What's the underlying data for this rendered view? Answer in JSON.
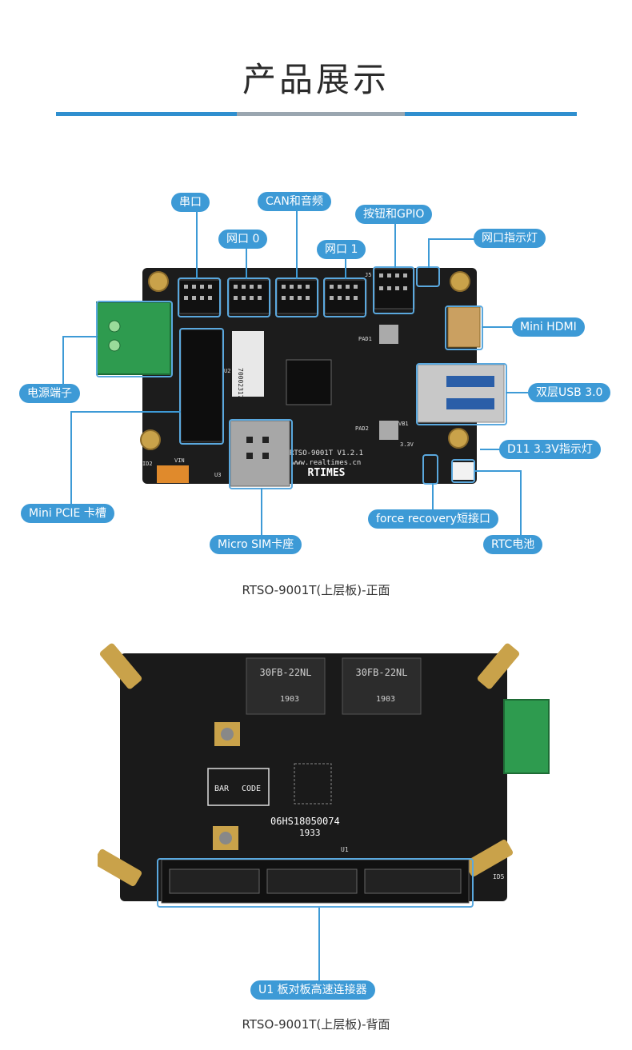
{
  "page": {
    "title": "产品展示",
    "caption_front": "RTSO-9001T(上层板)-正面",
    "caption_back": "RTSO-9001T(上层板)-背面"
  },
  "colors": {
    "accent": "#3d9ad6",
    "rule_gray": "#9aa6b0",
    "board": "#1c1c1c",
    "connector_green": "#2e9b4f"
  },
  "front_labels": {
    "serial": "串口",
    "can_audio": "CAN和音频",
    "button_gpio": "按钮和GPIO",
    "eth0": "网口 0",
    "eth1": "网口 1",
    "eth_led": "网口指示灯",
    "mini_hdmi": "Mini HDMI",
    "power_terminal": "电源端子",
    "usb3": "双层USB 3.0",
    "d11_led": "D11 3.3V指示灯",
    "mini_pcie": "Mini PCIE 卡槽",
    "force_recovery": "force recovery短接口",
    "micro_sim": "Micro SIM卡座",
    "rtc": "RTC电池"
  },
  "back_labels": {
    "u1": "U1 板对板高速连接器"
  },
  "board_print_front": {
    "model": "RTSO-9001T V1.2.1",
    "url": "www.realtimes.cn",
    "brand": "RTIMES",
    "sticker": "70002317",
    "pad1": "PAD1",
    "pad2": "PAD2",
    "vin": "VIN",
    "id2": "ID2",
    "u3": "U3",
    "u2": "U2",
    "j5": "J5",
    "v33": "3.3V",
    "vb1": "VB1"
  },
  "board_print_back": {
    "mag1": "30FB-22NL",
    "mag2": "30FB-22NL",
    "code1": "1903",
    "code2": "1903",
    "bar": "BAR",
    "code": "CODE",
    "serial": "06HS18050074",
    "lot": "1933",
    "u1": "U1",
    "id5": "ID5"
  }
}
